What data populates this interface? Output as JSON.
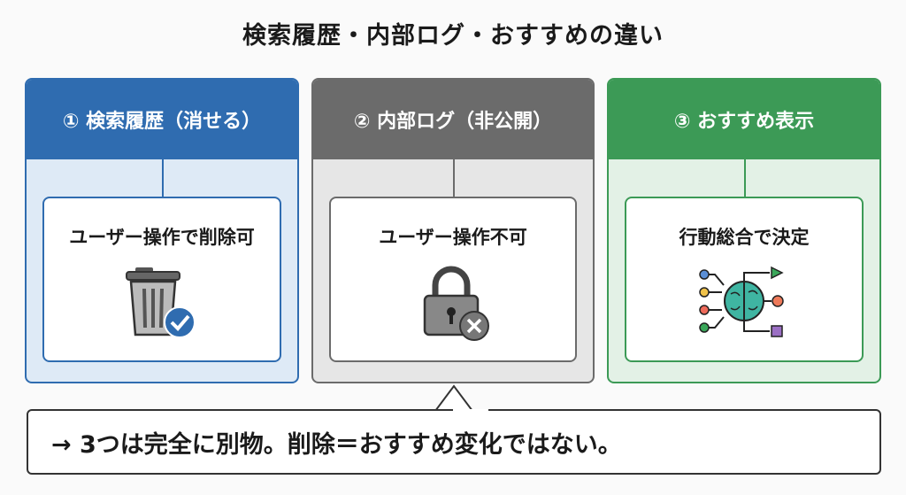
{
  "title": "検索履歴・内部ログ・おすすめの違い",
  "panels": [
    {
      "header": "① 検索履歴（消せる）",
      "text": "ユーザー操作で削除可",
      "icon": "trash-check-icon",
      "color": "#2f6cb0",
      "bg": "#deeaf6"
    },
    {
      "header": "② 内部ログ（非公開）",
      "text": "ユーザー操作不可",
      "icon": "lock-x-icon",
      "color": "#6b6b6b",
      "bg": "#e6e6e6"
    },
    {
      "header": "③ おすすめ表示",
      "text": "行動総合で決定",
      "icon": "brain-network-icon",
      "color": "#3c9a56",
      "bg": "#e3f1e6"
    }
  ],
  "callout": "→  3つは完全に別物。削除＝おすすめ変化ではない。"
}
